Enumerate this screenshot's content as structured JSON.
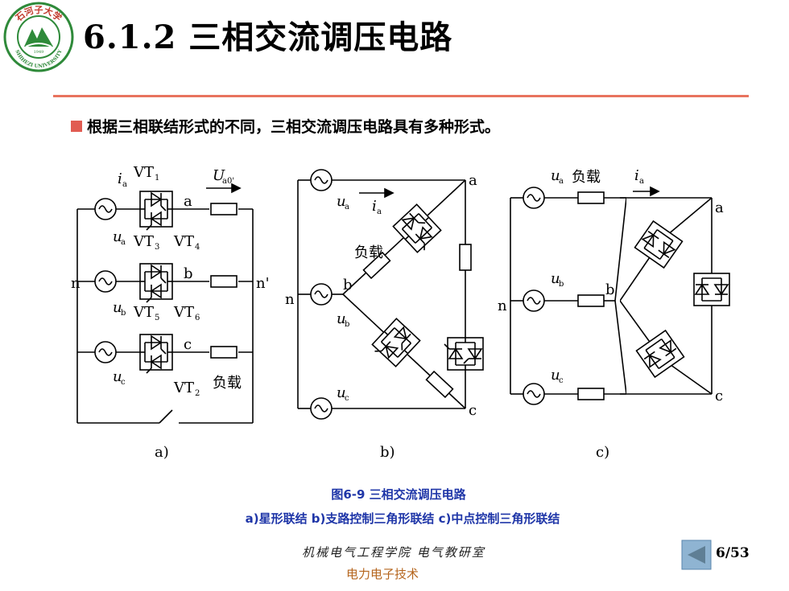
{
  "logo": {
    "top_text": "石河子大学",
    "year": "1949",
    "bottom_text": "SHIHEZI UNIVERSITY"
  },
  "title": "6.1.2 三相交流调压电路",
  "bullet": "根据三相联结形式的不同，三相交流调压电路具有多种形式。",
  "figure": {
    "a": {
      "sub_label": "a)",
      "n": "n",
      "n_prime": "n'",
      "load": "负载",
      "ia": "i",
      "ia_sub": "a",
      "Ua0": "U",
      "Ua0_sub": "a0'",
      "ua": "u",
      "ua_sub": "a",
      "ub": "u",
      "ub_sub": "b",
      "uc": "u",
      "uc_sub": "c",
      "vt1": "VT",
      "vt1_sub": "1",
      "vt2": "VT",
      "vt2_sub": "2",
      "vt3": "VT",
      "vt3_sub": "3",
      "vt4": "VT",
      "vt4_sub": "4",
      "vt5": "VT",
      "vt5_sub": "5",
      "vt6": "VT",
      "vt6_sub": "6",
      "node_a": "a",
      "node_b": "b",
      "node_c": "c"
    },
    "b": {
      "sub_label": "b)",
      "n": "n",
      "load": "负载",
      "ia": "i",
      "ia_sub": "a",
      "ua": "u",
      "ua_sub": "a",
      "ub": "u",
      "ub_sub": "b",
      "uc": "u",
      "uc_sub": "c",
      "node_a": "a",
      "node_b": "b",
      "node_c": "c"
    },
    "c": {
      "sub_label": "c)",
      "n": "n",
      "load": "负载",
      "ia": "i",
      "ia_sub": "a",
      "ua": "u",
      "ua_sub": "a",
      "ub": "u",
      "ub_sub": "b",
      "uc": "u",
      "uc_sub": "c",
      "node_a": "a",
      "node_b": "b",
      "node_c": "c"
    }
  },
  "caption_line1": "图6-9  三相交流调压电路",
  "caption_line2": "a)星形联结  b)支路控制三角形联结  c)中点控制三角形联结",
  "footer_institute": "机械电气工程学院 电气教研室",
  "footer_course": "电力电子技术",
  "page_number": "6/53",
  "colors": {
    "accent_rule": "#e8735e",
    "bullet": "#e15c52",
    "caption": "#1f36a8",
    "logo_green": "#2f8a3a",
    "course": "#b5651d"
  },
  "icons": {
    "logo": "university-seal",
    "nav": "back-arrow-icon"
  }
}
